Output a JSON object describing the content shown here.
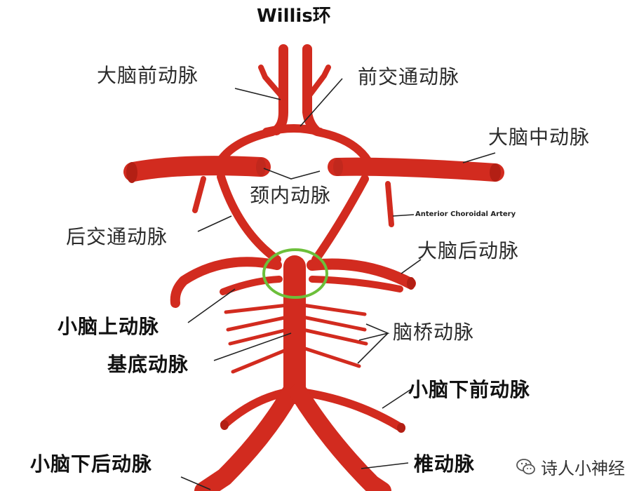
{
  "title": "Willis环",
  "labels": {
    "aca": "大脑前动脉",
    "acom": "前交通动脉",
    "mca": "大脑中动脉",
    "ica": "颈内动脉",
    "antchor": "Anterior Choroidal Artery",
    "pcom": "后交通动脉",
    "pca": "大脑后动脉",
    "sca": "小脑上动脉",
    "pontine": "脑桥动脉",
    "basilar": "基底动脉",
    "aica": "小脑下前动脉",
    "pica": "小脑下后动脉",
    "vertebral": "椎动脉"
  },
  "watermark": {
    "text": "诗人小神经",
    "icon": "wechat-icon"
  },
  "colors": {
    "artery": "#d42a20",
    "artery_dark": "#a51a12",
    "highlight_ring": "#6cbf3a",
    "leader": "#222222"
  }
}
